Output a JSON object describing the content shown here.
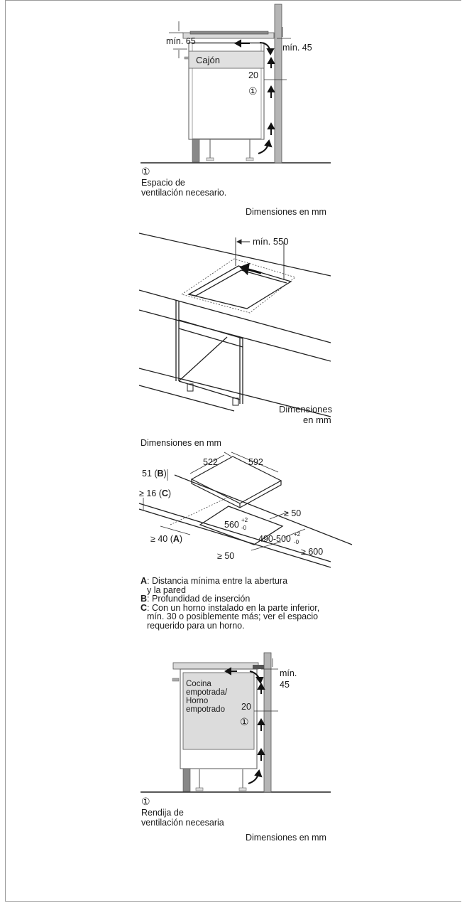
{
  "figure1": {
    "label_min65": "mín. 65",
    "label_min45": "mín. 45",
    "label_cajon": "Cajón",
    "label_20": "20",
    "marker": "①",
    "legend_marker": "①",
    "legend_line1": "Espacio de",
    "legend_line2": "ventilación necesario.",
    "units": "Dimensiones en mm"
  },
  "figure2": {
    "label_min550": "mín. 550",
    "units_line1": "Dimensiones",
    "units_line2": "en mm"
  },
  "figure3": {
    "units": "Dimensiones en mm",
    "label_522": "522",
    "label_592": "592",
    "label_51": "51",
    "label_B": "B",
    "label_16": "≥ 16",
    "label_C": "C",
    "label_40": "≥ 40",
    "label_A": "A",
    "label_560": "560",
    "tol_plus": "+2",
    "tol_minus": "-0",
    "label_490": "490-500",
    "label_ge50_top": "≥ 50",
    "label_ge50_bottom": "≥ 50",
    "label_ge600": "≥ 600",
    "notes": {
      "A_key": "A",
      "A_text1": ": Distancia mínima entre la abertura",
      "A_text2": "y la pared",
      "B_key": "B",
      "B_text": ": Profundidad de inserción",
      "C_key": "C",
      "C_text1": ": Con un horno instalado en la parte inferior,",
      "C_text2": "mín. 30 o posiblemente más; ver el espacio",
      "C_text3": "requerido para un horno."
    }
  },
  "figure4": {
    "label_min": "mín.",
    "label_45": "45",
    "oven_line1": "Cocina",
    "oven_line2": "empotrada/",
    "oven_line3": "Horno",
    "oven_line4": "empotrado",
    "label_20": "20",
    "marker": "①",
    "legend_marker": "①",
    "legend_line1": "Rendija de",
    "legend_line2": "ventilación necesaria",
    "units": "Dimensiones en mm"
  }
}
